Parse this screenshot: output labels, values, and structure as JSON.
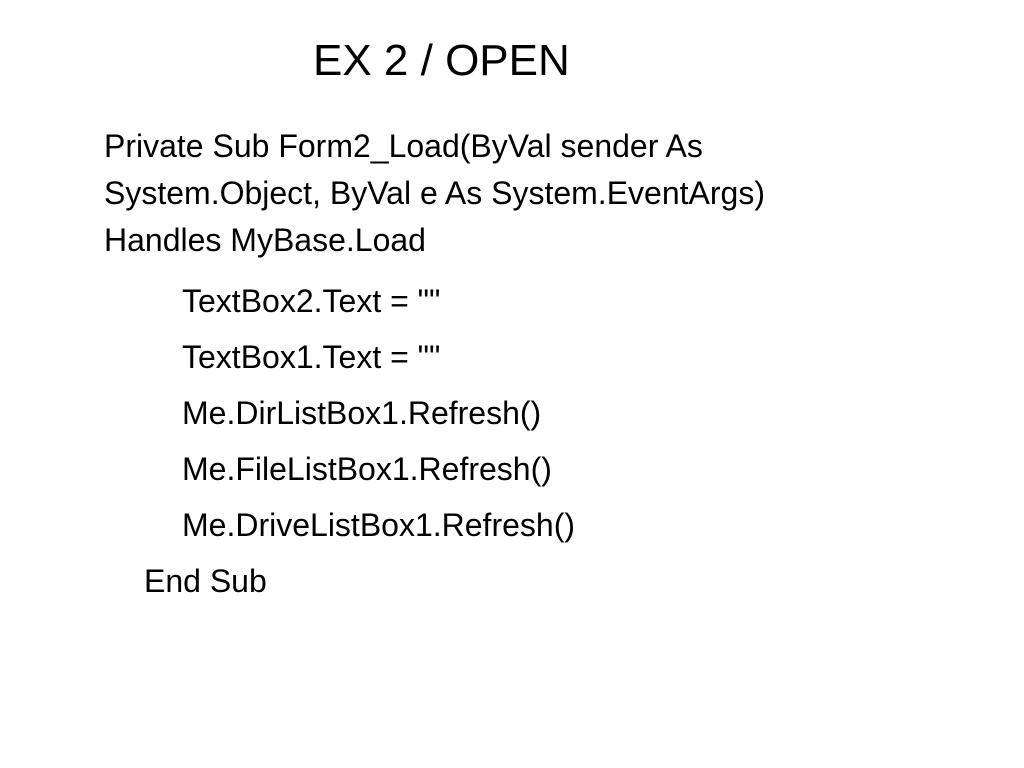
{
  "slide": {
    "title": "EX 2 / OPEN",
    "code": {
      "signature_lines": [
        "Private Sub Form2_Load(ByVal sender As",
        "System.Object, ByVal e As System.EventArgs)",
        "Handles MyBase.Load"
      ],
      "body_lines": [
        "TextBox2.Text = \"\"",
        "TextBox1.Text = \"\"",
        "Me.DirListBox1.Refresh()",
        "Me.FileListBox1.Refresh()",
        "Me.DriveListBox1.Refresh()"
      ],
      "end_line": "End Sub"
    }
  }
}
